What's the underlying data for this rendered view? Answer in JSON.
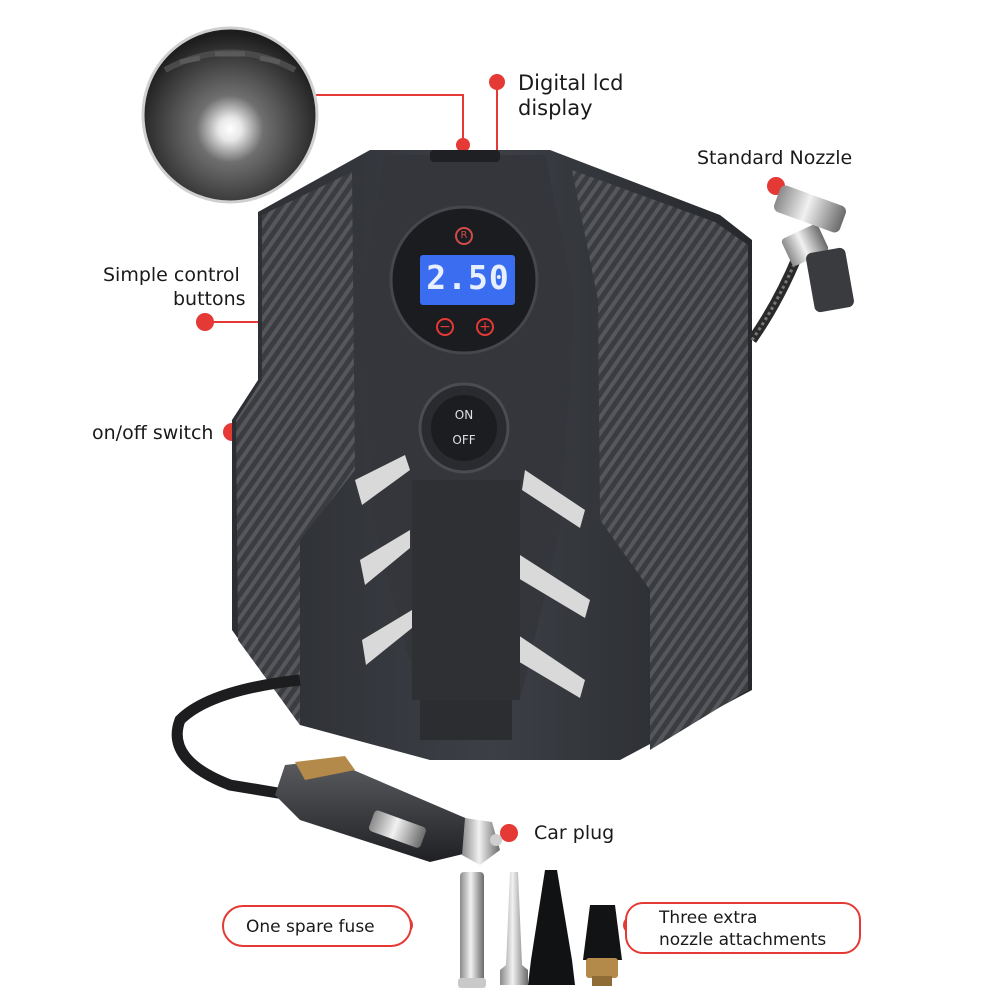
{
  "labels": {
    "lcd_line1": "Digital lcd",
    "lcd_line2": "display",
    "nozzle": "Standard Nozzle",
    "control_line1": "Simple control",
    "control_line2": "buttons",
    "switch": "on/off switch",
    "car_plug": "Car plug",
    "fuse": "One spare fuse",
    "attach_line1": "Three extra",
    "attach_line2": "nozzle attachments"
  },
  "device": {
    "lcd_value": "2.50",
    "on_label": "ON",
    "off_label": "OFF",
    "minus_symbol": "−",
    "plus_symbol": "+",
    "mode_symbol": "R"
  },
  "colors": {
    "accent_red": "#e53935",
    "lcd_blue": "#3a6df0",
    "body_dark": "#2a2c30"
  },
  "icons": [
    "light-bulb-icon",
    "minus-icon",
    "plus-icon",
    "mode-icon",
    "power-icon"
  ]
}
